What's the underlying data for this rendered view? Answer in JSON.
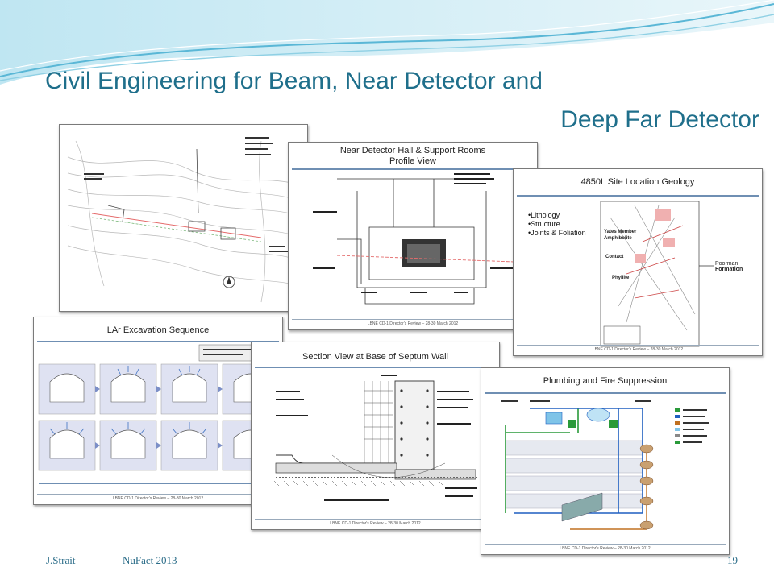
{
  "title": {
    "line1": "Civil Engineering  for Beam, Near Detector and",
    "line2": "Deep Far Detector"
  },
  "footer": {
    "author": "J.Strait",
    "event": "NuFact 2013",
    "page": "19"
  },
  "slides": {
    "near_detector": {
      "title_line1": "Near Detector Hall & Support Rooms",
      "title_line2": "Profile View",
      "footer": "LBNE CD-1 Director's Review – 28-30 March 2012"
    },
    "geology": {
      "title": "4850L Site Location Geology",
      "bullets": [
        "•Lithology",
        "•Structure",
        "•Joints & Foliation"
      ],
      "label_yates": "Yates Member",
      "label_amph": "Amphibolite",
      "label_contact": "Contact",
      "label_phyllite": "Phyllite",
      "label_poorman": "Poorman",
      "label_formation": "Formation",
      "footer": "LBNE CD-1 Director's Review – 28-30 March 2012"
    },
    "lar": {
      "title": "LAr Excavation Sequence",
      "footer": "LBNE CD-1 Director's Review – 28-30 March 2012"
    },
    "septum": {
      "title": "Section View at Base of Septum Wall",
      "footer": "LBNE CD-1 Director's Review – 28-30 March 2012"
    },
    "plumbing": {
      "title": "Plumbing and Fire Suppression",
      "footer": "LBNE CD-1 Director's Review – 28-30 March 2012"
    }
  }
}
